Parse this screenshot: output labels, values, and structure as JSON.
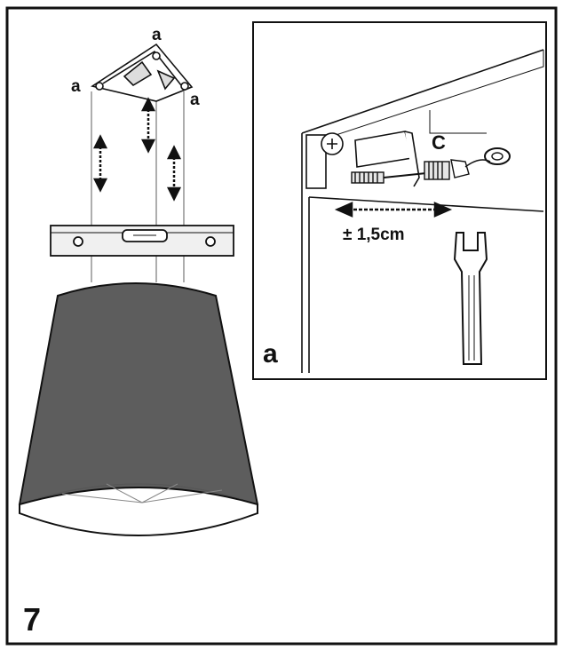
{
  "step": {
    "number": "7"
  },
  "labels": {
    "bracket_top": "a",
    "bracket_left": "a",
    "bracket_right": "a",
    "inset_letter": "a",
    "part_c": "C",
    "adjust_range": "± 1,5cm"
  },
  "icons": [
    "bracket",
    "spirit-level",
    "hood-chimney",
    "wrench",
    "adjustment-screw",
    "double-arrow"
  ],
  "colors": {
    "hood": "#5d5d5d",
    "stroke": "#111111",
    "background": "#ffffff"
  }
}
